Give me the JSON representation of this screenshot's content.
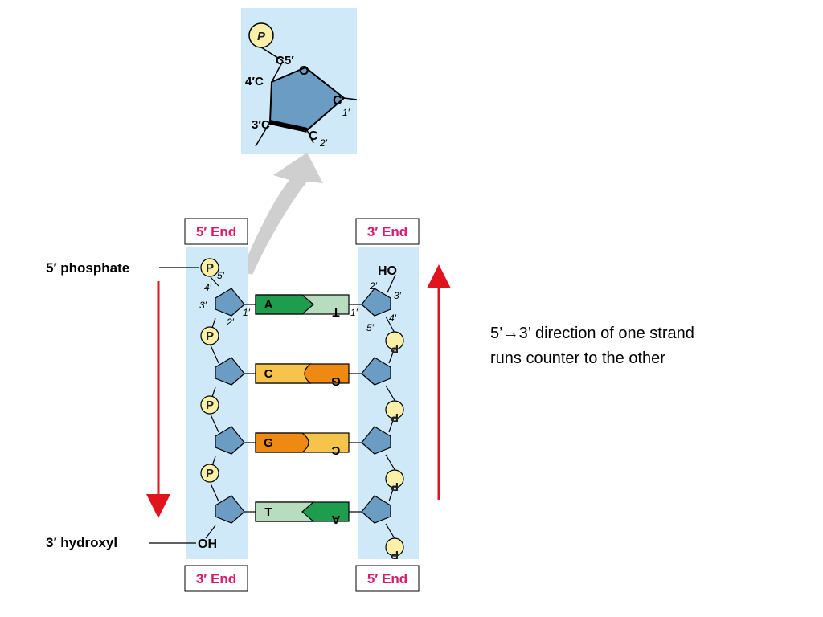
{
  "inset": {
    "phosphate": "P",
    "carbons": {
      "c5": "C5′",
      "o": "O",
      "c4": "4′C",
      "c1": "C",
      "c1_num": "1′",
      "c3": "3′C",
      "c2": "C",
      "c2_num": "2′"
    }
  },
  "left_strand": {
    "top_label": "5′ End",
    "bottom_label": "3′ End",
    "phosphate_label": "5′ phosphate",
    "hydroxyl_label": "3′ hydroxyl",
    "oh_text": "OH",
    "carbon_numbers": {
      "five": "5′",
      "four": "4′",
      "three": "3′",
      "two": "2′",
      "one": "1′"
    }
  },
  "right_strand": {
    "top_label": "3′ End",
    "bottom_label": "5′ End",
    "ho_text": "HO",
    "carbon_numbers": {
      "two": "2′",
      "three": "3′",
      "four": "4′",
      "five": "5′",
      "one": "1′"
    }
  },
  "phosphate_symbol": "P",
  "base_pairs": [
    {
      "left": "A",
      "right": "T",
      "left_color": "#1e9d4f",
      "right_color": "#b8dcbe"
    },
    {
      "left": "C",
      "right": "G",
      "left_color": "#f6c44a",
      "right_color": "#ee8a12"
    },
    {
      "left": "G",
      "right": "C",
      "left_color": "#ee8a12",
      "right_color": "#f6c44a"
    },
    {
      "left": "T",
      "right": "A",
      "left_color": "#b8dcbe",
      "right_color": "#1e9d4f"
    }
  ],
  "note": {
    "line1": "5’→3’ direction of one strand",
    "line2": "runs counter to the other"
  },
  "colors": {
    "strand_bg": "#cfe9f9",
    "sugar": "#6b9dc4",
    "phosphate_fill": "#fbf0a8",
    "end_text": "#d81b6e",
    "arrow": "#e0141c"
  }
}
